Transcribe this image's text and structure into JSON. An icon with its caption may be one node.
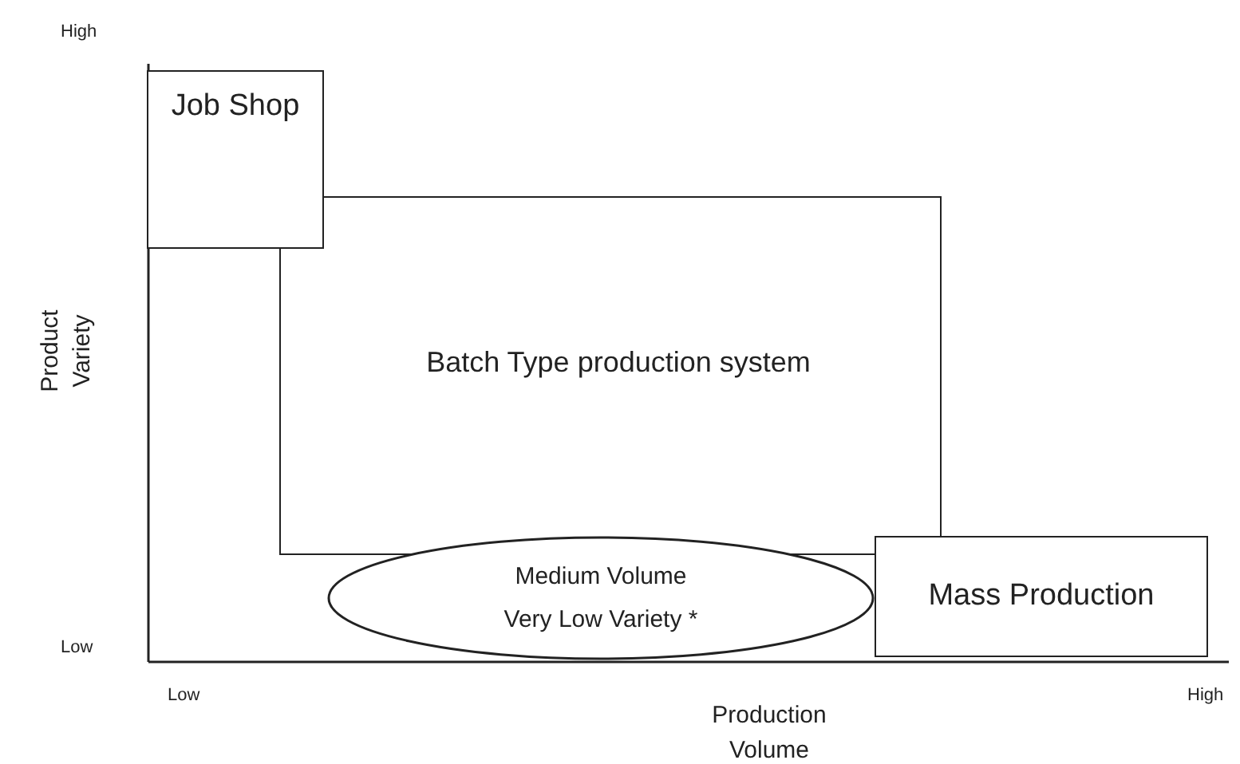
{
  "diagram": {
    "nodes": [
      {
        "text": [
          "Batch Type production system"
        ]
      },
      {
        "text": [
          "Job Shop"
        ]
      },
      {
        "text": [
          "Medium Volume",
          "Very Low Variety *"
        ]
      },
      {
        "text": [
          "Mass Production"
        ]
      }
    ],
    "labels": [
      "High",
      "Product Variety",
      "Low",
      "Low",
      "Production Volume",
      "High"
    ]
  }
}
